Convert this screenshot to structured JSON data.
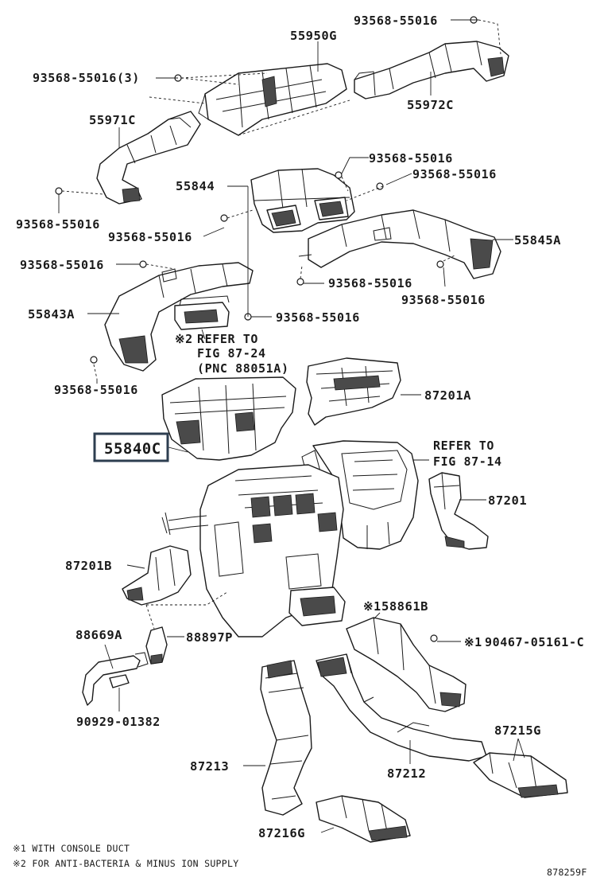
{
  "labels": {
    "l_55950G": "55950G",
    "l_93568_55016_tr": "93568-55016",
    "l_93568_55016_3": "93568-55016(3)",
    "l_55972C": "55972C",
    "l_55971C": "55971C",
    "l_93568_55016_a": "93568-55016",
    "l_93568_55016_b": "93568-55016",
    "l_55844": "55844",
    "l_93568_55016_c": "93568-55016",
    "l_93568_55016_d": "93568-55016",
    "l_55845A": "55845A",
    "l_93568_55016_e": "93568-55016",
    "l_93568_55016_f": "93568-55016",
    "l_93568_55016_g": "93568-55016",
    "l_55843A": "55843A",
    "l_93568_55016_h": "93568-55016",
    "l_93568_55016_i": "93568-55016",
    "l_87201A": "87201A",
    "l_55840C": "55840C",
    "l_87201": "87201",
    "l_87201B": "87201B",
    "l_58861B": "58861B",
    "l_88669A": "88669A",
    "l_88897P": "88897P",
    "l_90467_05161": "90467-05161-C",
    "l_90929_01382": "90929-01382",
    "l_87215G": "87215G",
    "l_87213": "87213",
    "l_87212": "87212",
    "l_87216G": "87216G"
  },
  "refs": {
    "refer1_line1": "REFER TO",
    "refer1_line2": "FIG 87-24",
    "refer1_line3": "(PNC 88051A)",
    "refer2_line1": "REFER TO",
    "refer2_line2": "FIG 87-14"
  },
  "marks": {
    "m1_58861B": "※1",
    "m1_90467": "※1",
    "m2_refer": "※2"
  },
  "footnotes": {
    "note1": "※1 WITH CONSOLE DUCT",
    "note2": "※2 FOR ANTI-BACTERIA & MINUS ION SUPPLY"
  },
  "figure_id": "878259F",
  "highlighted_part": "55840C"
}
